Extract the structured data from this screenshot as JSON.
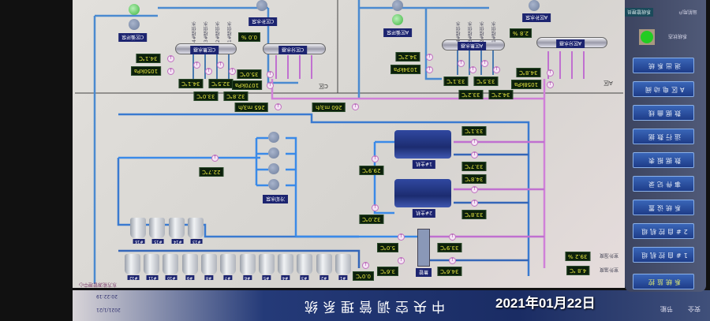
{
  "header": {
    "title": "中央空调管理系统",
    "company": "东方能源管理中心",
    "date": "2021/1/21",
    "time": "20:22:19",
    "user_label": "当前用户",
    "user": "系统管理员",
    "status_label": "系统状态",
    "status_color": "#22cc22",
    "footer_left": "安全",
    "footer_right": "节能"
  },
  "watermark": "2021年01月22日",
  "nav": [
    {
      "label": "系统监控",
      "active": true
    },
    {
      "label": "1#自控机组"
    },
    {
      "label": "2#自控机组"
    },
    {
      "label": "系统设置"
    },
    {
      "label": "事件记录"
    },
    {
      "label": "数据报表"
    },
    {
      "label": "运行数据"
    },
    {
      "label": "数据曲线"
    },
    {
      "label": "A区电动阀"
    },
    {
      "label": "退出系统"
    }
  ],
  "zones": {
    "c": "C区",
    "a": "A区"
  },
  "equipment": {
    "c_collector": "C区集水器",
    "c_distributor": "C区分水器",
    "a_collector": "A区集水器",
    "a_distributor": "A区分水器",
    "c_pump1": "C区循环泵",
    "c_pump2": "C区补水泵",
    "a_pump1": "A区循环泵",
    "a_pump2": "A区补水泵",
    "chiller1": "1#主机",
    "chiller2": "2#主机",
    "cooling_pump": "冷却水泵",
    "manifold": "集管"
  },
  "branches": [
    "1#楼供水",
    "2#楼供水",
    "3#楼供水",
    "4#楼供水"
  ],
  "readings": [
    "34.1℃",
    "1050kPa",
    "34.1℃",
    "33.0℃",
    "32.5℃",
    "32.8℃",
    "0.0 %",
    "35.0℃",
    "1070kPa",
    "34.2℃",
    "1034kPa",
    "33.1℃",
    "33.2℃",
    "33.5℃",
    "34.2℃",
    "2.8 %",
    "34.8℃",
    "1058kPa",
    "265 m3/h",
    "260 m3/h",
    "33.1℃",
    "29.9℃",
    "33.7℃",
    "34.8℃",
    "32.0℃",
    "33.8℃",
    "5.0℃",
    "3.6℃",
    "33.9℃",
    "34.6℃",
    "0.0℃",
    "22.7℃"
  ],
  "outdoor": {
    "humidity_label": "室外湿度",
    "humidity": "39.2 %",
    "temp_label": "室外温度",
    "temp": "4.8 ℃"
  },
  "towers": [
    "#1",
    "#2",
    "#3",
    "#4",
    "#5",
    "#6",
    "#7",
    "#8",
    "#9",
    "#10",
    "#11",
    "#12",
    "#13",
    "#14",
    "#15",
    "#16"
  ]
}
